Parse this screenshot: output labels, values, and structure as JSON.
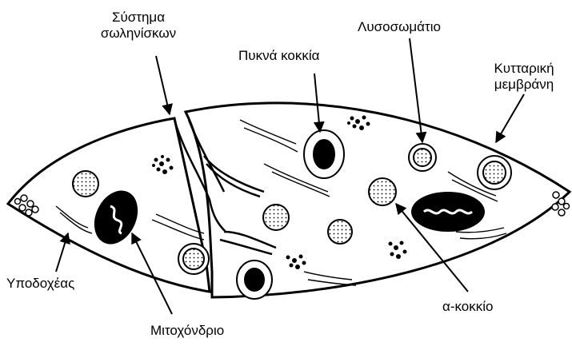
{
  "labels": {
    "tubular_system_line1": "Σύστημα",
    "tubular_system_line2": "σωληνίσκων",
    "dense_granules": "Πυκνά κοκκία",
    "lysosome": "Λυσοσωμάτιο",
    "cell_membrane_line1": "Κυτταρική",
    "cell_membrane_line2": "μεμβράνη",
    "receptors": "Υποδοχέας",
    "alpha_granule": "α-κοκκίο",
    "mitochondrion": "Μιτοχόνδριο"
  }
}
